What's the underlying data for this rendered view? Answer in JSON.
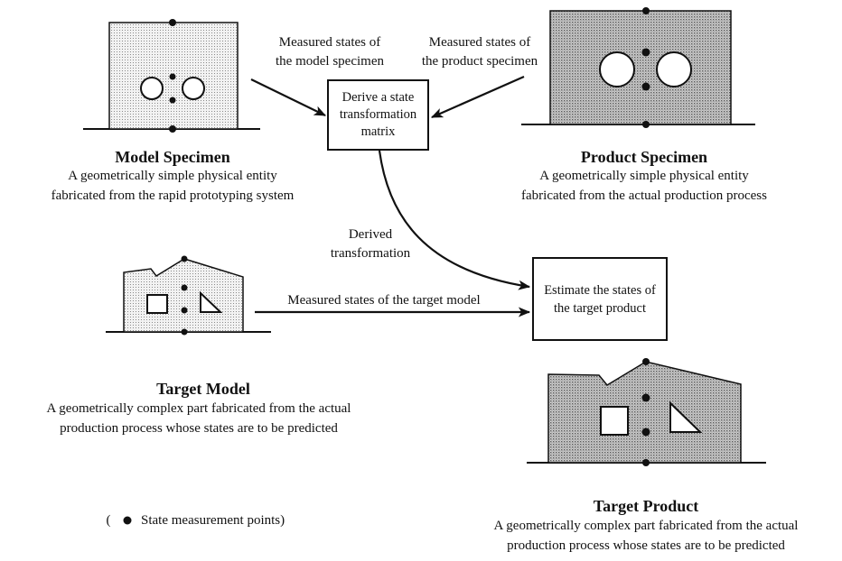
{
  "diagram": {
    "model_specimen": {
      "title": "Model Specimen",
      "desc_line1": "A geometrically simple physical entity",
      "desc_line2": "fabricated from the rapid prototyping system"
    },
    "product_specimen": {
      "title": "Product Specimen",
      "desc_line1": "A geometrically simple physical entity",
      "desc_line2": "fabricated from the actual production process"
    },
    "target_model": {
      "title": "Target Model",
      "desc_line1": "A geometrically complex part fabricated from the actual",
      "desc_line2": "production process whose states are to be predicted"
    },
    "target_product": {
      "title": "Target Product",
      "desc_line1": "A geometrically complex part fabricated from the actual",
      "desc_line2": "production process whose states are to be predicted"
    },
    "derive_box": {
      "line1": "Derive a state",
      "line2": "transformation",
      "line3": "matrix"
    },
    "estimate_box": {
      "line1": "Estimate the states of",
      "line2": "the target product"
    },
    "labels": {
      "measured_model_line1": "Measured states of",
      "measured_model_line2": "the model specimen",
      "measured_product_line1": "Measured states of",
      "measured_product_line2": "the product specimen",
      "derived_line1": "Derived",
      "derived_line2": "transformation",
      "measured_target": "Measured states of the target model"
    },
    "legend": {
      "open_paren": "(",
      "text": "State measurement points)"
    },
    "colors": {
      "light_fill": "#e4e4e4",
      "dark_fill": "#bdbdbd",
      "stroke": "#111111"
    }
  }
}
